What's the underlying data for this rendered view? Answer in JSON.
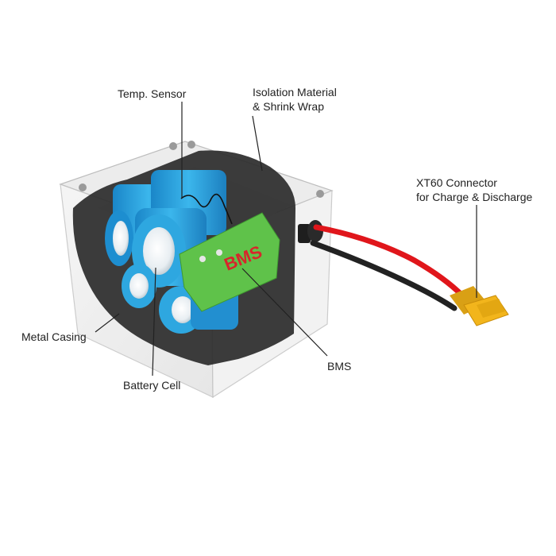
{
  "labels": {
    "temp_sensor": "Temp. Sensor",
    "isolation_line1": "Isolation Material",
    "isolation_line2": "& Shrink Wrap",
    "xt60_line1": "XT60 Connector",
    "xt60_line2": "for Charge & Discharge",
    "metal_casing": "Metal Casing",
    "battery_cell": "Battery Cell",
    "bms": "BMS"
  },
  "bms_board_text": "BMS",
  "colors": {
    "cell_blue": "#2ea7e0",
    "bms_green": "#5fc24a",
    "bms_text_red": "#d7262b",
    "wire_red": "#e0161b",
    "wire_black": "#222222",
    "connector_yellow": "#f2b51c",
    "shrink_wrap": "#2b2b2b",
    "casing": "#d9d9d9"
  }
}
